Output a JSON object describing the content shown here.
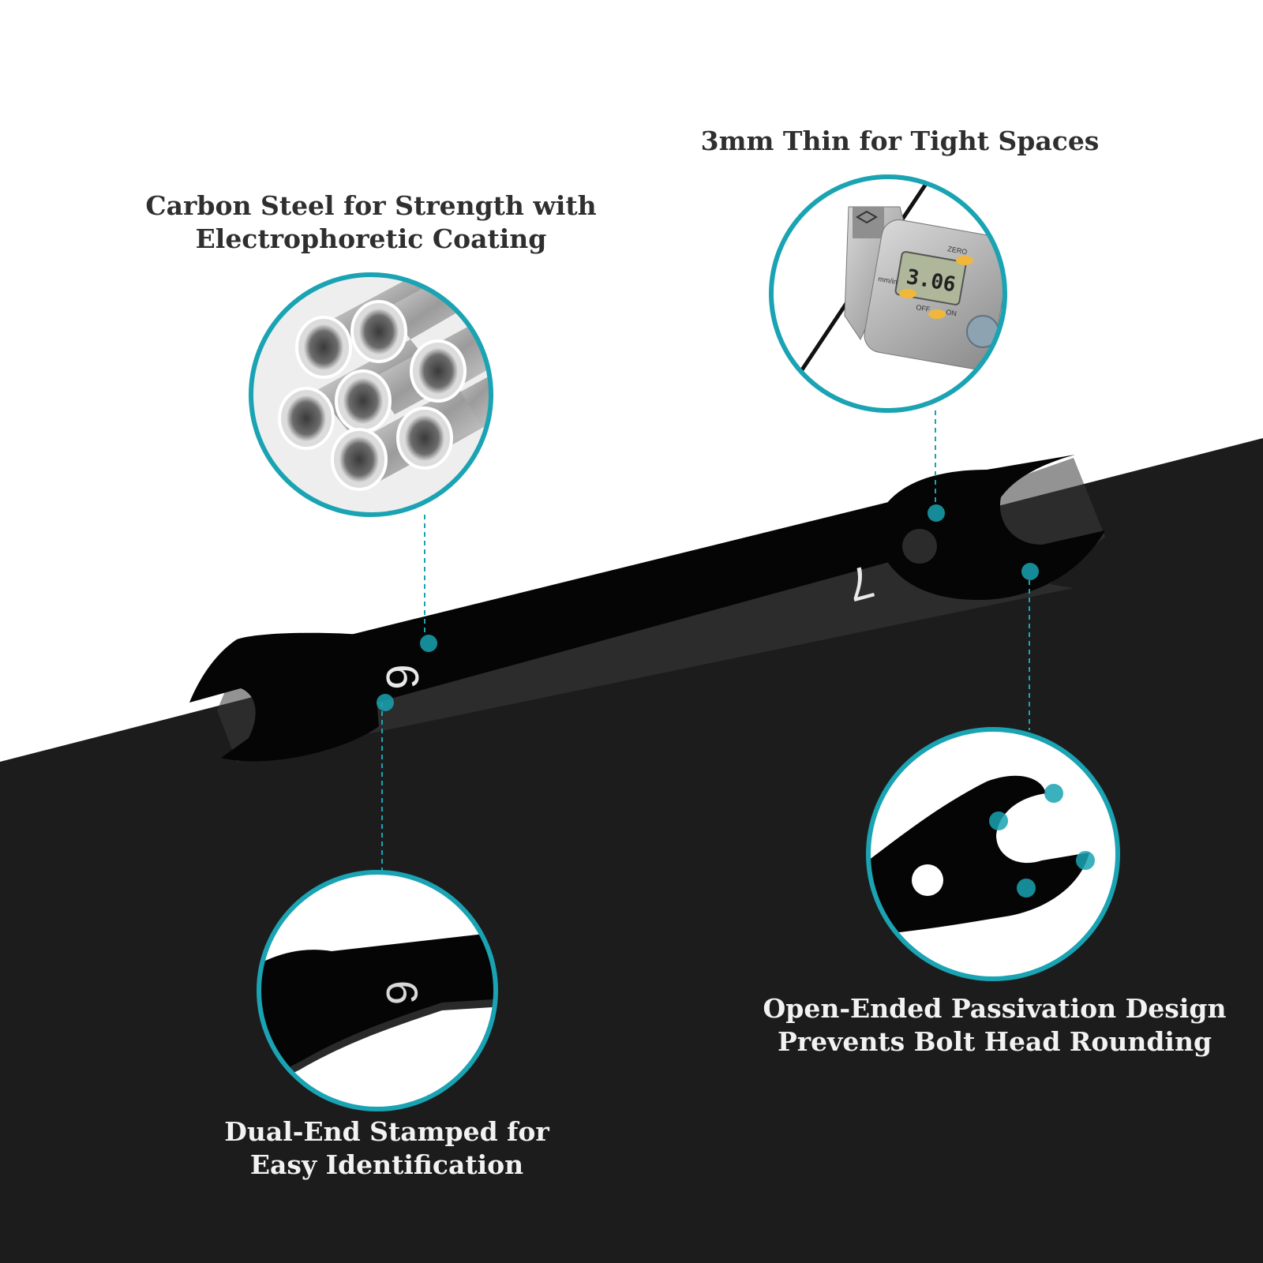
{
  "colors": {
    "accent": "#1aa3b3",
    "dark_surface": "#1c1c1c",
    "wrench": "#050505",
    "background": "#ffffff"
  },
  "features": {
    "carbon": {
      "line1": "Carbon Steel for Strength with",
      "line2": "Electrophoretic Coating",
      "icon": "steel-tubes-icon"
    },
    "thin": {
      "line1": "3mm Thin for Tight Spaces",
      "icon": "caliper-icon",
      "caliper_reading": "3.06",
      "caliper_labels": {
        "zero": "ZERO",
        "units": "mm/in",
        "off": "OFF",
        "on": "ON"
      }
    },
    "dual": {
      "line1": "Dual-End Stamped for",
      "line2": "Easy Identification",
      "icon": "stamped-number-icon"
    },
    "open": {
      "line1": "Open-Ended Passivation Design",
      "line2": "Prevents Bolt Head Rounding",
      "icon": "open-jaw-icon"
    }
  },
  "wrench": {
    "left_size": "6",
    "right_size": "7",
    "zoom_size": "6"
  }
}
